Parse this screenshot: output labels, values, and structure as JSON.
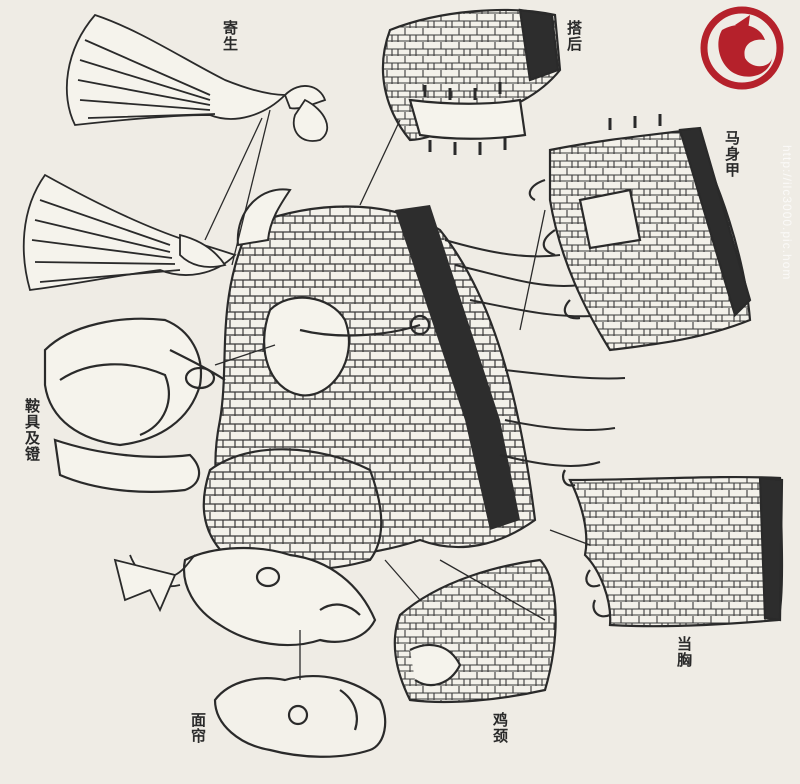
{
  "labels": {
    "jisheng": "寄生",
    "dahou": "搭后",
    "mashenjia": "马身甲",
    "anju": "鞍具及镫",
    "dangxiong": "当胸",
    "jijing": "鸡颈",
    "mianlian": "面帘"
  },
  "watermark": "http://ilc3000.pic.hom",
  "colors": {
    "paper": "#efece5",
    "ink": "#2a2a2a",
    "seal": "#b5212b"
  }
}
